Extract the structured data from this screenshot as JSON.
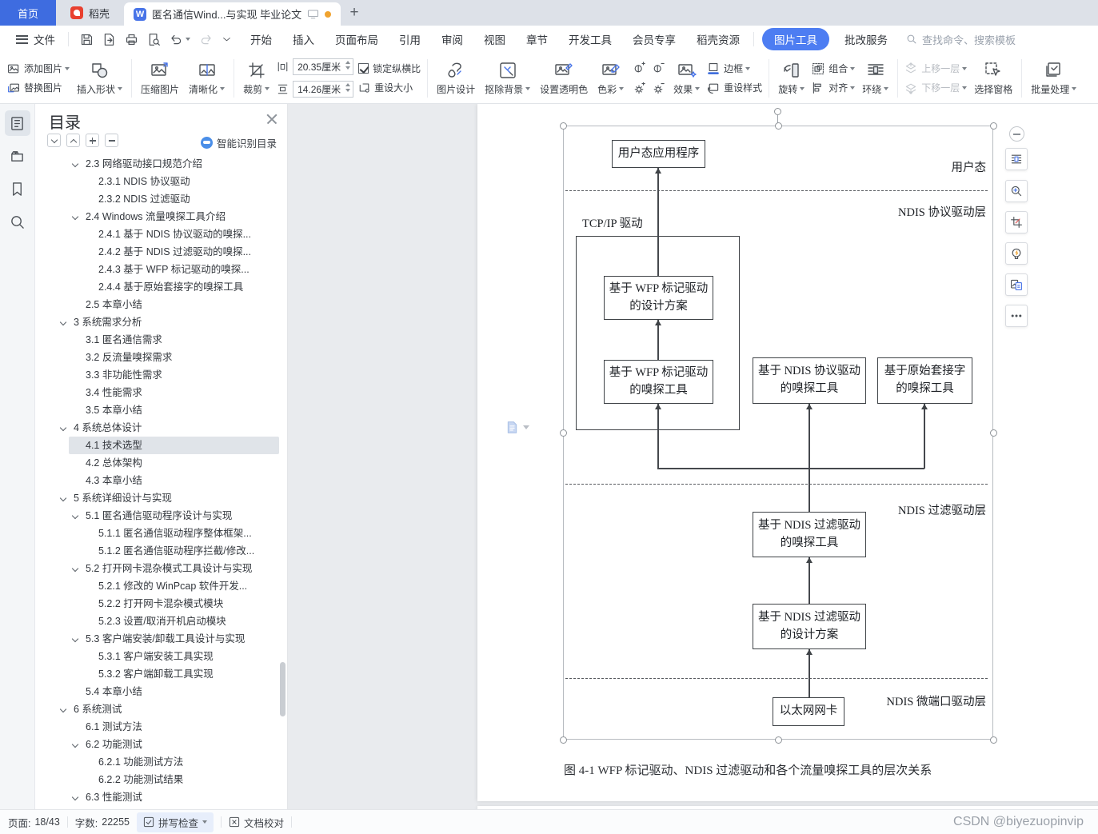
{
  "titlebar": {
    "home_tab": "首页",
    "docer_tab": "稻壳",
    "doc_title": "匿名通信Wind...与实现 毕业论文",
    "app_letter": "W",
    "new_tab": "+"
  },
  "menubar": {
    "file": "文件",
    "menus": [
      "开始",
      "插入",
      "页面布局",
      "引用",
      "审阅",
      "视图",
      "章节",
      "开发工具",
      "会员专享",
      "稻壳资源"
    ],
    "active_tool_tab": "图片工具",
    "correction_service": "批改服务",
    "search_placeholder": "查找命令、搜索模板"
  },
  "ribbon": {
    "add_image": "添加图片",
    "replace_image": "替换图片",
    "insert_shape": "插入形状",
    "compress_image": "压缩图片",
    "clarify": "清晰化",
    "crop": "裁剪",
    "width_value": "20.35厘米",
    "height_value": "14.26厘米",
    "lock_ratio": "锁定纵横比",
    "reset_size": "重设大小",
    "image_design": "图片设计",
    "remove_background": "抠除背景",
    "set_transparent": "设置透明色",
    "color": "色彩",
    "effects": "效果",
    "border": "边框",
    "reset_style": "重设样式",
    "rotate": "旋转",
    "group": "组合",
    "align": "对齐",
    "wrap": "环绕",
    "bring_forward": "上移一层",
    "send_backward": "下移一层",
    "selection_pane": "选择窗格",
    "batch_process": "批量处理"
  },
  "toc": {
    "title": "目录",
    "smart_recognize": "智能识别目录",
    "items": [
      {
        "level": 2,
        "text": "2.3 网络驱动接口规范介绍",
        "expand": true
      },
      {
        "level": 3,
        "text": "2.3.1 NDIS 协议驱动"
      },
      {
        "level": 3,
        "text": "2.3.2 NDIS 过滤驱动"
      },
      {
        "level": 2,
        "text": "2.4 Windows 流量嗅探工具介绍",
        "expand": true
      },
      {
        "level": 3,
        "text": "2.4.1 基于 NDIS 协议驱动的嗅探..."
      },
      {
        "level": 3,
        "text": "2.4.2 基于 NDIS 过滤驱动的嗅探..."
      },
      {
        "level": 3,
        "text": "2.4.3 基于 WFP 标记驱动的嗅探..."
      },
      {
        "level": 3,
        "text": "2.4.4 基于原始套接字的嗅探工具"
      },
      {
        "level": 2,
        "text": "2.5 本章小结"
      },
      {
        "level": 1,
        "text": "3 系统需求分析",
        "expand": true
      },
      {
        "level": 2,
        "text": "3.1 匿名通信需求"
      },
      {
        "level": 2,
        "text": "3.2 反流量嗅探需求"
      },
      {
        "level": 2,
        "text": "3.3 非功能性需求"
      },
      {
        "level": 2,
        "text": "3.4 性能需求"
      },
      {
        "level": 2,
        "text": "3.5 本章小结"
      },
      {
        "level": 1,
        "text": "4 系统总体设计",
        "expand": true
      },
      {
        "level": 2,
        "text": "4.1 技术选型",
        "selected": true
      },
      {
        "level": 2,
        "text": "4.2 总体架构"
      },
      {
        "level": 2,
        "text": "4.3 本章小结"
      },
      {
        "level": 1,
        "text": "5 系统详细设计与实现",
        "expand": true
      },
      {
        "level": 2,
        "text": "5.1 匿名通信驱动程序设计与实现",
        "expand": true
      },
      {
        "level": 3,
        "text": "5.1.1 匿名通信驱动程序整体框架..."
      },
      {
        "level": 3,
        "text": "5.1.2 匿名通信驱动程序拦截/修改..."
      },
      {
        "level": 2,
        "text": "5.2 打开网卡混杂模式工具设计与实现",
        "expand": true
      },
      {
        "level": 3,
        "text": "5.2.1 修改的 WinPcap 软件开发..."
      },
      {
        "level": 3,
        "text": "5.2.2 打开网卡混杂模式模块"
      },
      {
        "level": 3,
        "text": "5.2.3 设置/取消开机启动模块"
      },
      {
        "level": 2,
        "text": "5.3 客户端安装/卸载工具设计与实现",
        "expand": true
      },
      {
        "level": 3,
        "text": "5.3.1 客户端安装工具实现"
      },
      {
        "level": 3,
        "text": "5.3.2 客户端卸载工具实现"
      },
      {
        "level": 2,
        "text": "5.4 本章小结"
      },
      {
        "level": 1,
        "text": "6 系统测试",
        "expand": true
      },
      {
        "level": 2,
        "text": "6.1 测试方法"
      },
      {
        "level": 2,
        "text": "6.2 功能测试",
        "expand": true
      },
      {
        "level": 3,
        "text": "6.2.1 功能测试方法"
      },
      {
        "level": 3,
        "text": "6.2.2 功能测试结果"
      },
      {
        "level": 2,
        "text": "6.3 性能测试",
        "expand": true
      }
    ]
  },
  "diagram": {
    "user_app": "用户态应用程序",
    "layer_user": "用户态",
    "layer_protocol": "NDIS 协议驱动层",
    "layer_filter": "NDIS 过滤驱动层",
    "layer_miniport": "NDIS 微端口驱动层",
    "tcpip_label": "TCP/IP 驱动",
    "wfp_design": "基于 WFP 标记驱动\n的设计方案",
    "wfp_sniffer": "基于 WFP 标记驱动\n的嗅探工具",
    "ndis_protocol_sniffer": "基于 NDIS 协议驱动\n的嗅探工具",
    "raw_socket_sniffer": "基于原始套接字\n的嗅探工具",
    "ndis_filter_sniffer": "基于 NDIS 过滤驱动\n的嗅探工具",
    "ndis_filter_design": "基于 NDIS 过滤驱动\n的设计方案",
    "ethernet_nic": "以太网网卡",
    "caption": "图  4-1 WFP  标记驱动、NDIS  过滤驱动和各个流量嗅探工具的层次关系"
  },
  "statusbar": {
    "page_label": "页面:",
    "page_value": "18/43",
    "words_label": "字数:",
    "words_value": "22255",
    "spell_check": "拼写检查",
    "doc_proof": "文档校对",
    "watermark": "CSDN @biyezuopinvip"
  }
}
